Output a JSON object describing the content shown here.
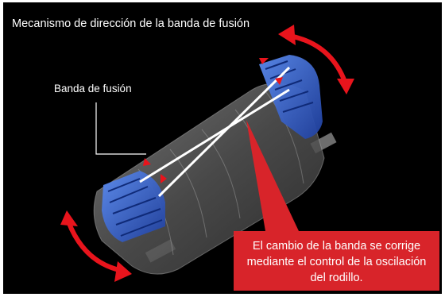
{
  "title": "Mecanismo de dirección de la banda de fusión",
  "band_label": "Banda de fusión",
  "callout": "El cambio de la banda se corrige mediante el control de la oscilación del rodillo.",
  "colors": {
    "background": "#000000",
    "arrow": "#e8141c",
    "callout": "#d8242a",
    "roller_blue": "#2a5fd6",
    "text": "#ffffff"
  }
}
